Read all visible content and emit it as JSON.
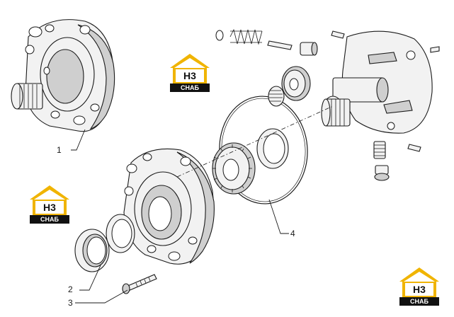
{
  "callouts": [
    {
      "id": "1",
      "label": "1"
    },
    {
      "id": "2",
      "label": "2"
    },
    {
      "id": "3",
      "label": "3"
    },
    {
      "id": "4",
      "label": "4"
    }
  ],
  "watermark": {
    "mark": "Н3",
    "sub": "СНАБ",
    "colors": {
      "roof": "#f0b400",
      "box": "#111111",
      "text": "#ffffff"
    }
  }
}
